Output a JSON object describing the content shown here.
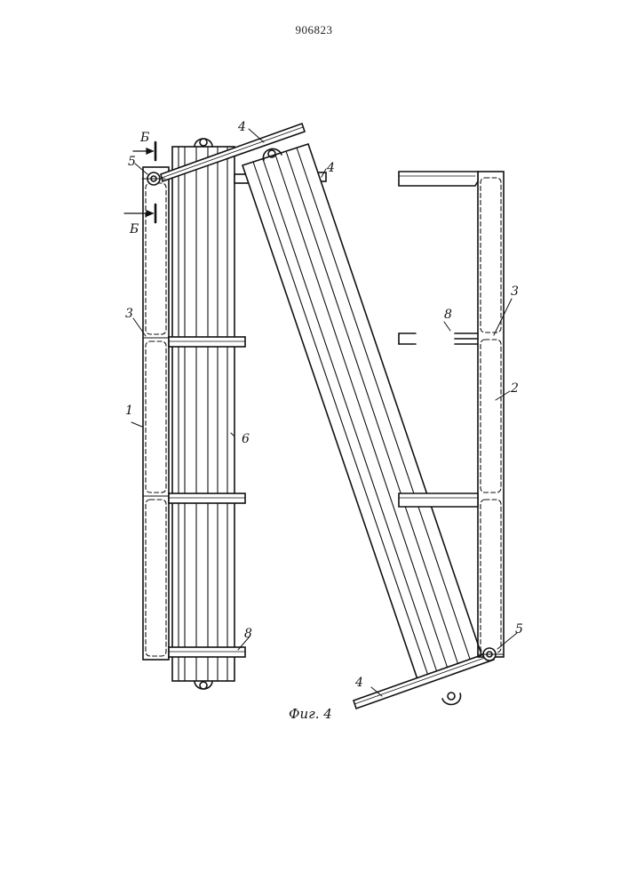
{
  "patent_number": "906823",
  "figure_caption": "Фиг. 4",
  "labels": {
    "section_top": "Б",
    "section_bottom": "Б",
    "frame_left": "1",
    "frame_right": "2",
    "hinge_left": "3",
    "hinge_right": "3",
    "beam_top_long": "4",
    "beam_top_short": "4",
    "beam_bottom": "4",
    "pivot_left": "5",
    "pivot_right": "5",
    "bundle": "6",
    "strap_bottom": "8",
    "strap_right": "8"
  },
  "colors": {
    "ink": "#111111",
    "paper": "#ffffff"
  }
}
